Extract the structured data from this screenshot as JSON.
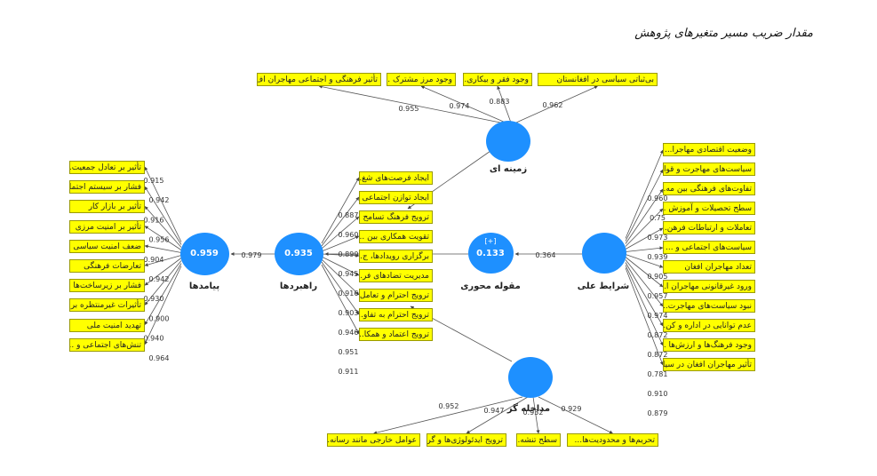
{
  "title": "مقدار ضریب مسیر متغیرهای پژوهش",
  "constructs": {
    "zamineh": {
      "label": "زمینه ای",
      "value": ""
    },
    "rahbord": {
      "label": "راهبردها",
      "value": "0.935"
    },
    "payamad": {
      "label": "پیامدها",
      "value": "0.959"
    },
    "mahvari": {
      "label": "مقوله محوری",
      "value": "0.133",
      "badge": "[+]"
    },
    "sharayet": {
      "label": "شرایط علی",
      "value": ""
    },
    "modakhele": {
      "label": "مداخله گر",
      "value": ""
    }
  },
  "paths": {
    "rahbord_payamad": "0.979",
    "sharayet_mahvari": "0.364"
  },
  "zamineh_indicators": [
    {
      "text": "تأثیر فرهنگی و اجتماعی مهاجران اف...",
      "w": "0.955"
    },
    {
      "text": "وجود مرز مشترک ...",
      "w": "0.974"
    },
    {
      "text": "وجود فقر و بیکاری...",
      "w": "0.883"
    },
    {
      "text": "بی‌ثباتی سیاسی در افغانستان",
      "w": "0.962"
    }
  ],
  "payamad_indicators": [
    {
      "text": "تأثیر بر تعادل جمعیت...",
      "w": "0.915"
    },
    {
      "text": "فشار بر سیستم اجتما...",
      "w": "0.942"
    },
    {
      "text": "تأثیر بر بازار کار",
      "w": "0.916"
    },
    {
      "text": "تأثیر بر امنیت مرزی",
      "w": "0.956"
    },
    {
      "text": "ضعف امنیت سیاسی",
      "w": "0.904"
    },
    {
      "text": "تعارضات فرهنگی",
      "w": "0.942"
    },
    {
      "text": "فشار بر زیرساخت‌ها",
      "w": "0.930"
    },
    {
      "text": "تأثیرات غیرمنتظره بر ...",
      "w": "0.900"
    },
    {
      "text": "تهدید امنیت ملی",
      "w": "0.940"
    },
    {
      "text": "تنش‌های اجتماعی و ...",
      "w": "0.964"
    }
  ],
  "rahbord_indicators": [
    {
      "text": "ایجاد فرصت‌های شغ...",
      "w": "0.887"
    },
    {
      "text": "ایجاد توازن اجتماعی ...",
      "w": "0.960"
    },
    {
      "text": "ترویج فرهنگ تسامح ...",
      "w": "0.890"
    },
    {
      "text": "تقویت همکاری بین ...",
      "w": "0.945"
    },
    {
      "text": "برگزاری رویدادها، ج...",
      "w": "0.916"
    },
    {
      "text": "مدیریت تضادهای فر...",
      "w": "0.903"
    },
    {
      "text": "ترویج احترام و تعامل ...",
      "w": "0.946"
    },
    {
      "text": "ترویج احترام به تفاو...",
      "w": "0.951"
    },
    {
      "text": "ترویج اعتماد و همکا...",
      "w": "0.911"
    }
  ],
  "sharayet_indicators": [
    {
      "text": "وضعیت اقتصادی مهاجرا...",
      "w": "0.960"
    },
    {
      "text": "سیاست‌های مهاجرت و قوا...",
      "w": "0.75"
    },
    {
      "text": "تفاوت‌های فرهنگی بین مه...",
      "w": "0.973"
    },
    {
      "text": "سطح تحصیلات و آموزش ...",
      "w": "0.939"
    },
    {
      "text": "تعاملات و ارتباطات فرهن...",
      "w": "0.905"
    },
    {
      "text": "سیاست‌های اجتماعی و ...",
      "w": "0.957"
    },
    {
      "text": "تعداد مهاجران افغان",
      "w": "0.974"
    },
    {
      "text": "ورود غیرقانونی مهاجران ا...",
      "w": "0.872"
    },
    {
      "text": "نبود سیاست‌های مهاجرت...",
      "w": "0.872"
    },
    {
      "text": "عدم توانایی در اداره و کن...",
      "w": "0.781"
    },
    {
      "text": "وجود فرهنگ‌ها و ارزش‌ها ...",
      "w": "0.910"
    },
    {
      "text": "تأثیر مهاجران افغان در سیا...",
      "w": "0.879"
    }
  ],
  "modakhele_indicators": [
    {
      "text": "عوامل خارجی مانند رسانه...",
      "w": "0.952"
    },
    {
      "text": "ترویج ایدئولوژی‌ها و گرو...",
      "w": "0.947"
    },
    {
      "text": "سطح تنشه...",
      "w": "0.932"
    },
    {
      "text": "تحریم‌ها و محدودیت‌ها...",
      "w": "0.929"
    }
  ]
}
